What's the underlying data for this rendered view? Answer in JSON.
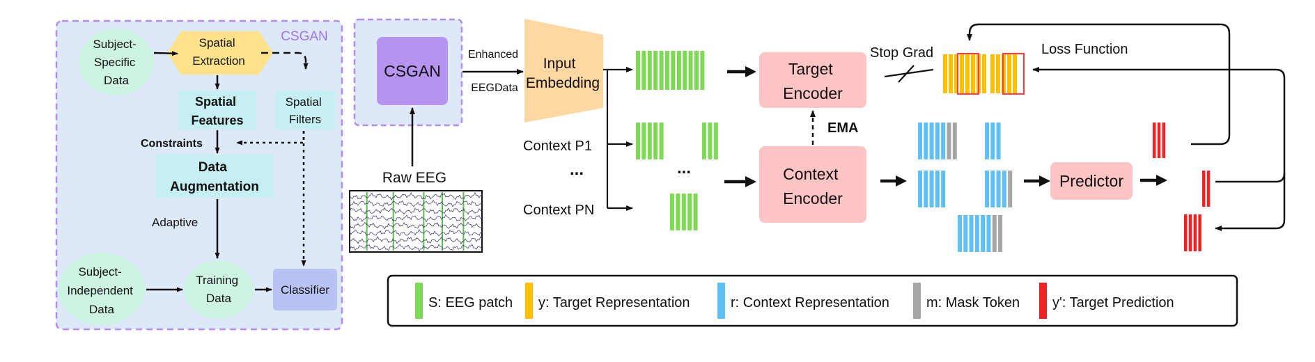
{
  "csgan_panel": {
    "title": "CSGAN",
    "subject_specific": [
      "Subject-",
      "Specific",
      "Data"
    ],
    "spatial_extraction": [
      "Spatial",
      "Extraction"
    ],
    "spatial_features": [
      "Spatial",
      "Features"
    ],
    "spatial_filters": [
      "Spatial",
      "Filters"
    ],
    "constraints": "Constraints",
    "data_augmentation": [
      "Data",
      "Augmentation"
    ],
    "adaptive": "Adaptive",
    "subject_independent": [
      "Subject-",
      "Independent",
      "Data"
    ],
    "training_data": [
      "Training",
      "Data"
    ],
    "classifier": "Classifier"
  },
  "csgan_block": "CSGAN",
  "raw_eeg": "Raw EEG",
  "enhanced_label": "Enhanced",
  "eegdata_label": "EEGData",
  "input_embedding": [
    "Input",
    "Embedding"
  ],
  "context_p1": "Context P1",
  "context_pn": "Context PN",
  "ellipsis": "...",
  "target_encoder": [
    "Target",
    "Encoder"
  ],
  "context_encoder": [
    "Context",
    "Encoder"
  ],
  "ema": "EMA",
  "stop_grad": "Stop Grad",
  "loss_function": "Loss Function",
  "predictor": "Predictor",
  "legend": [
    {
      "label": "S: EEG patch",
      "color": "#7ed957"
    },
    {
      "label": "y: Target Representation",
      "color": "#ffc000"
    },
    {
      "label": "r: Context Representation",
      "color": "#5ec0f5"
    },
    {
      "label": "m: Mask Token",
      "color": "#a6a6a6"
    },
    {
      "label": "y': Target Prediction",
      "color": "#ee2222"
    }
  ],
  "colors": {
    "panel_bg": "#dde9f8",
    "panel_border": "#b18cf0",
    "mint": "#cdf3e3",
    "cyan_box": "#c5eff3",
    "gold": "#ffe28a",
    "purple": "#b794f0",
    "lavender": "#b8c3f3",
    "orange": "#ffd7a0",
    "pink": "#ffc4c4"
  }
}
